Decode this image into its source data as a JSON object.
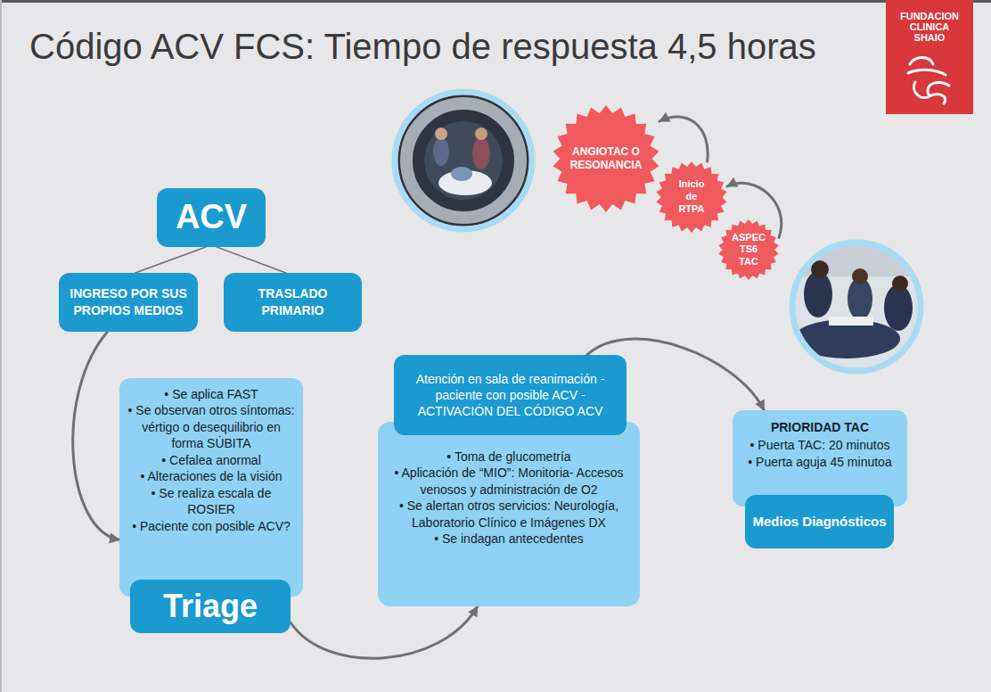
{
  "diagram": {
    "title": "Código ACV FCS: Tiempo de respuesta 4,5 horas",
    "nodes": [
      {
        "text": [
          "FUNDACION CLINICA SHAIO"
        ]
      },
      {
        "text": [
          "ANGIOTAC O RESONANCIA"
        ]
      },
      {
        "text": [
          "Inicio de RTPA"
        ]
      },
      {
        "text": [
          "ASPEC TS6 TAC"
        ]
      },
      {
        "text": [
          "ACV"
        ]
      },
      {
        "text": [
          "INGRESO POR SUS PROPIOS MEDIOS"
        ]
      },
      {
        "text": [
          "TRASLADO PRIMARIO"
        ]
      },
      {
        "text": [
          "• Se aplica FAST",
          "• Se observan otros síntomas: vértigo o desequilibrio en forma SÚBITA",
          "• Cefalea anormal",
          "• Alteraciones de la visión",
          "• Se realiza escala de ROSIER",
          "• Paciente con posible ACV?"
        ]
      },
      {
        "text": [
          "Triage"
        ]
      },
      {
        "text": [
          "Atención en sala de reanimación - paciente con posible ACV - ACTIVACIÓN DEL CÓDIGO ACV"
        ]
      },
      {
        "text": [
          "• Toma de glucometría",
          "• Aplicación de “MIO”: Monitoria- Accesos venosos y administración de O2",
          "• Se alertan otros servicios: Neurología, Laboratorio Clínico e Imágenes DX",
          "• Se indagan antecedentes"
        ]
      },
      {
        "text": [
          "PRIORIDAD TAC",
          "• Puerta TAC: 20 minutos",
          "• Puerta aguja 45 minutoa"
        ]
      },
      {
        "text": [
          "Medios Diagnósticos"
        ]
      }
    ],
    "edges": [
      {
        "from": 4,
        "to": 5,
        "arrow": "none"
      },
      {
        "from": 4,
        "to": 6,
        "arrow": "none"
      },
      {
        "from": 5,
        "to": 7,
        "arrow": "to"
      },
      {
        "from": 8,
        "to": 10,
        "arrow": "to"
      },
      {
        "from": 9,
        "to": 11,
        "arrow": "to"
      },
      {
        "from": 3,
        "to": 2,
        "arrow": "to"
      },
      {
        "from": 2,
        "to": 1,
        "arrow": "to"
      }
    ]
  }
}
